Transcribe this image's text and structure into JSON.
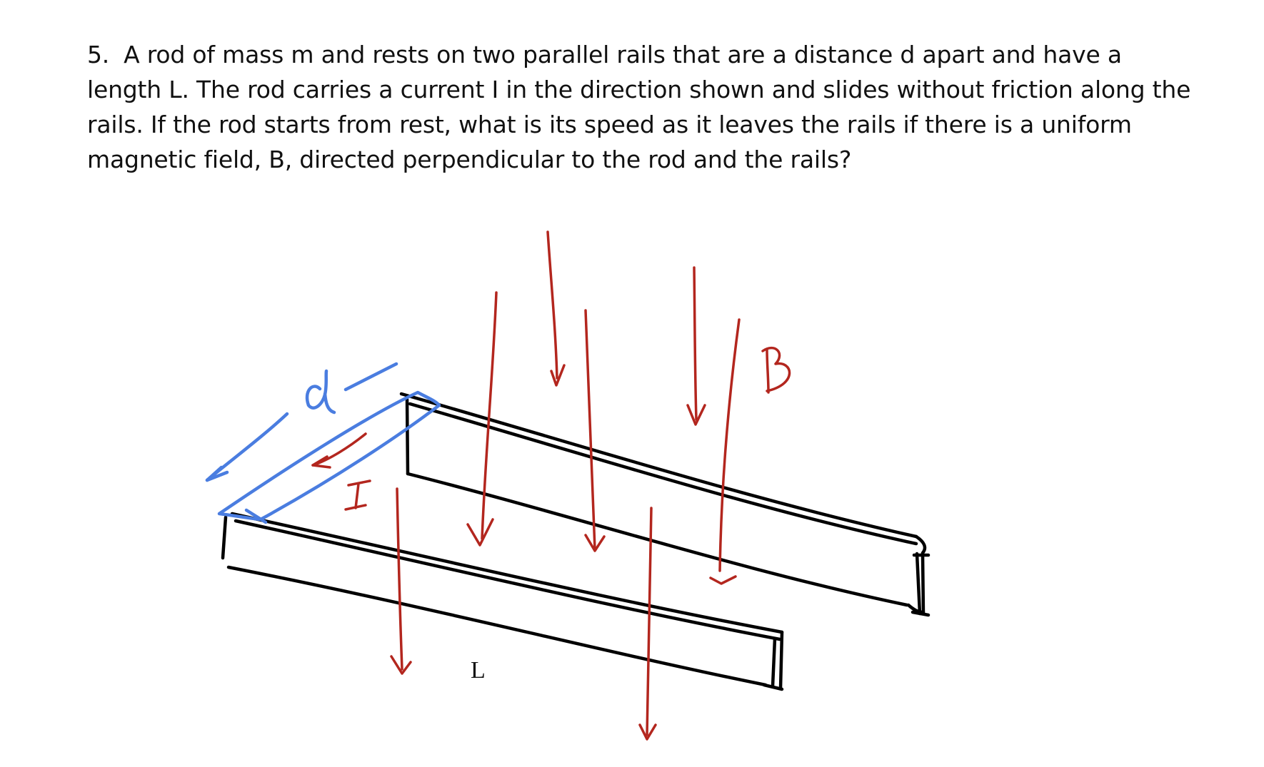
{
  "problem": {
    "number": "5.",
    "text": "A rod of mass m and rests on two parallel rails that are a distance d apart and have a length L. The rod carries a current I in the direction shown and slides without friction along the rails. If the rod starts from rest, what is its speed as it leaves the rails if there is a uniform magnetic field, B, directed perpendicular to the rod and the rails?"
  },
  "figure": {
    "length_label": "L",
    "handwritten_labels": [
      "d",
      "I",
      "B"
    ],
    "colors": {
      "rails": "#000000",
      "rod_and_d": "#4a7de0",
      "field_and_current": "#b3261e"
    }
  }
}
